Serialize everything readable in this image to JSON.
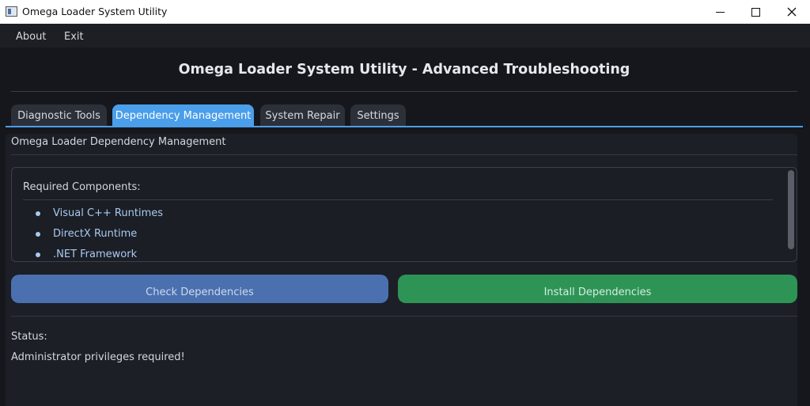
{
  "window": {
    "title": "Omega Loader System Utility"
  },
  "menu": {
    "items": [
      "About",
      "Exit"
    ]
  },
  "header": {
    "title": "Omega Loader System Utility - Advanced Troubleshooting"
  },
  "tabs": [
    {
      "label": "Diagnostic Tools",
      "active": false
    },
    {
      "label": "Dependency Management",
      "active": true
    },
    {
      "label": "System Repair",
      "active": false
    },
    {
      "label": "Settings",
      "active": false
    }
  ],
  "panel": {
    "label": "Omega Loader Dependency Management",
    "components_heading": "Required Components:",
    "components": [
      "Visual C++ Runtimes",
      "DirectX Runtime",
      ".NET Framework"
    ]
  },
  "buttons": {
    "check": "Check Dependencies",
    "install": "Install Dependencies"
  },
  "status": {
    "label": "Status:",
    "message": "Administrator privileges required!"
  },
  "colors": {
    "accent": "#4a9eea",
    "check_button": "#4a70b0",
    "install_button": "#2e9456",
    "background": "#15171c",
    "component_text": "#a9c9f2"
  },
  "icons": {
    "app": "app-window-icon",
    "minimize": "minimize-icon",
    "maximize": "maximize-icon",
    "close": "close-icon"
  }
}
